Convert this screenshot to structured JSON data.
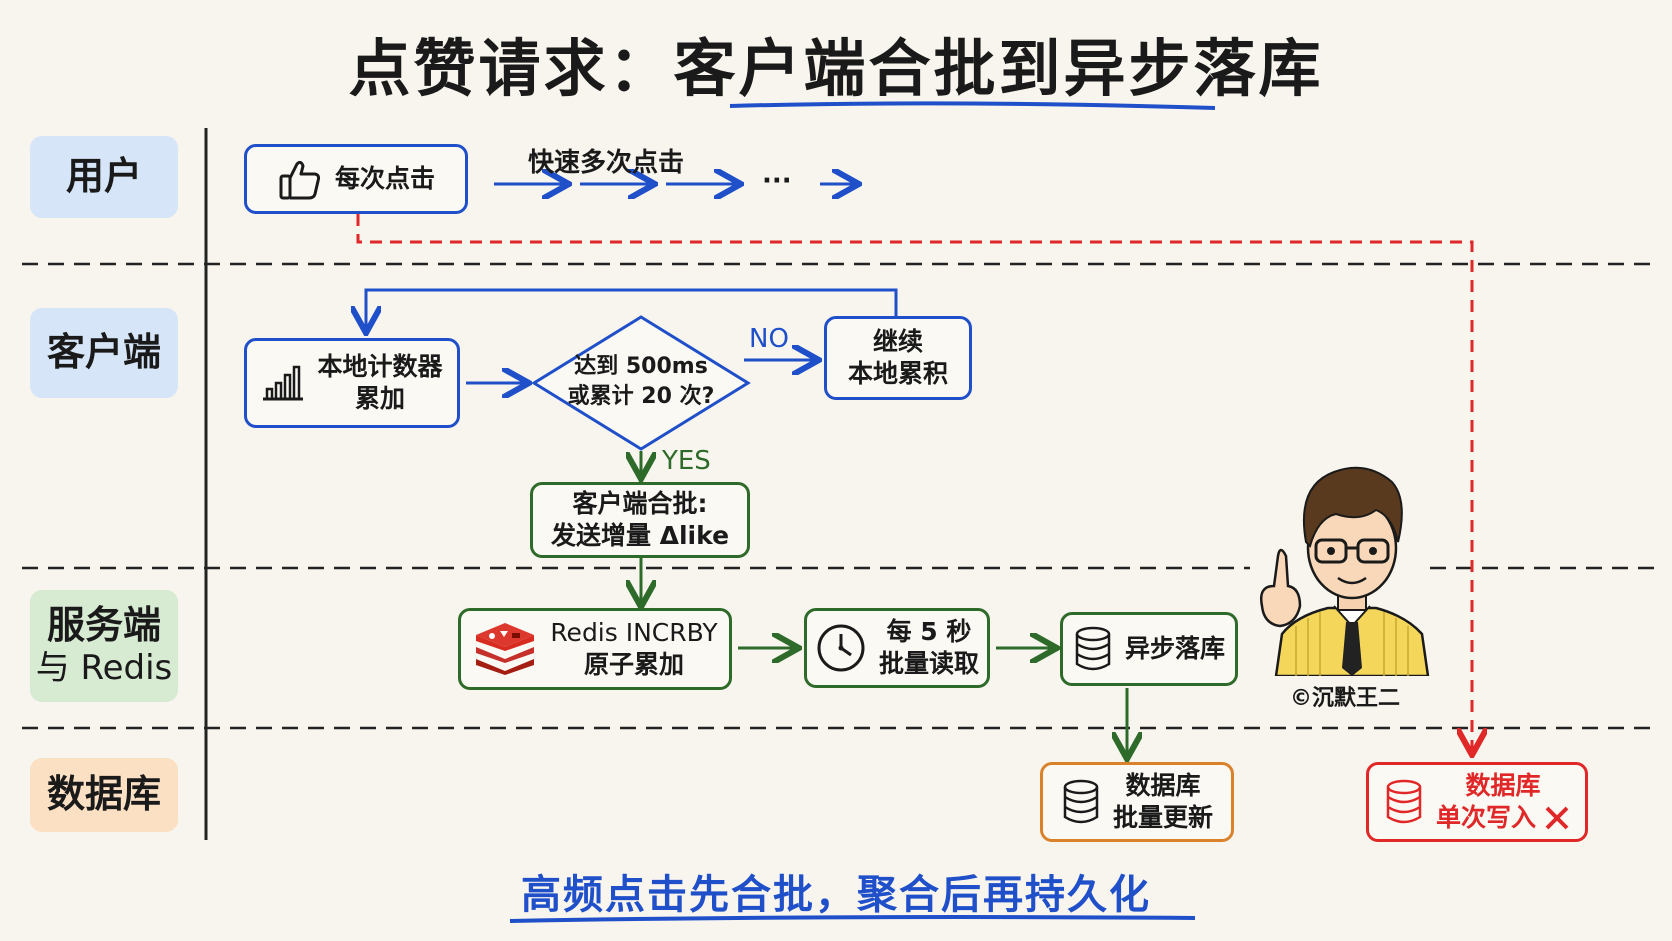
{
  "title": "点赞请求：客户端合批到异步落库",
  "lanes": {
    "user": "用户",
    "client": "客户端",
    "server_line1": "服务端",
    "server_line2": "与 Redis",
    "db": "数据库"
  },
  "user_lane": {
    "click_box": "每次点击",
    "rapid_label": "快速多次点击",
    "ellipsis": "···"
  },
  "client_lane": {
    "counter_line1": "本地计数器",
    "counter_line2": "累加",
    "decision_line1": "达到 500ms",
    "decision_line2": "或累计 20 次?",
    "no_label": "NO",
    "continue_line1": "继续",
    "continue_line2": "本地累积",
    "yes_label": "YES",
    "batch_line1": "客户端合批:",
    "batch_line2": "发送增量 Δlike"
  },
  "server_lane": {
    "redis_line1": "Redis INCRBY",
    "redis_line2": "原子累加",
    "read_line1": "每 5 秒",
    "read_line2": "批量读取",
    "async_write": "异步落库"
  },
  "db_lane": {
    "batch_update_line1": "数据库",
    "batch_update_line2": "批量更新",
    "single_write_line1": "数据库",
    "single_write_line2": "单次写入"
  },
  "credit": "©沉默王二",
  "footer": "高频点击先合批，聚合后再持久化",
  "colors": {
    "blue": "#1f4fc9",
    "green": "#2e6b2a",
    "red": "#e02828",
    "orange": "#d9822b",
    "lane_blue": "#d6e6f8",
    "lane_green": "#d7ebd3",
    "lane_orange": "#fbe0c4"
  },
  "icons": [
    "thumbs-up-icon",
    "bar-chart-icon",
    "redis-logo-icon",
    "clock-icon",
    "database-icon",
    "x-mark-icon"
  ]
}
